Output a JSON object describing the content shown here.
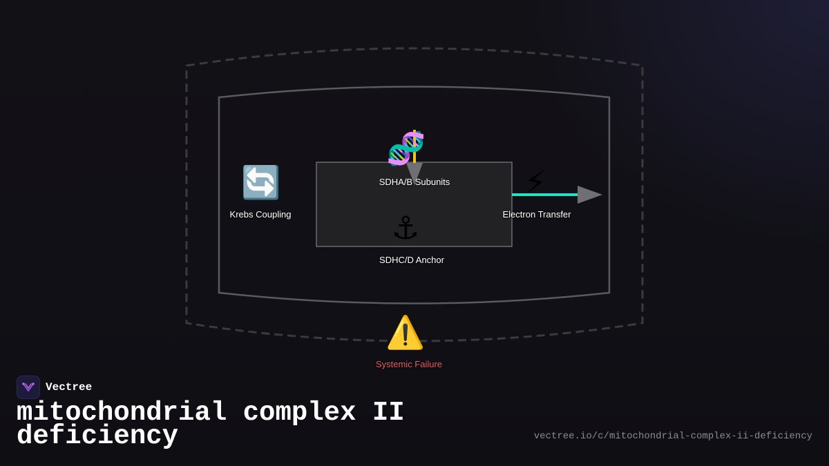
{
  "brand": {
    "name": "Vectree"
  },
  "page": {
    "title": "mitochondrial complex II deficiency",
    "url": "vectree.io/c/mitochondrial-complex-ii-deficiency"
  },
  "diagram": {
    "nodes": [
      {
        "id": "krebs",
        "icon": "🔄",
        "icon_name": "cycle-arrows-icon",
        "label": "Krebs Coupling"
      },
      {
        "id": "sdhab",
        "icon": "🧬",
        "icon_name": "dna-icon",
        "label": "SDHA/B Subunits"
      },
      {
        "id": "sdhcd",
        "icon": "⚓",
        "icon_name": "anchor-icon",
        "label": "SDHC/D Anchor"
      },
      {
        "id": "electron",
        "icon": "⚡",
        "icon_name": "lightning-icon",
        "label": "Electron Transfer"
      },
      {
        "id": "failure",
        "icon": "⚠️",
        "icon_name": "warning-icon",
        "label": "Systemic Failure"
      }
    ],
    "colors": {
      "electron_flow": "#19e6c8",
      "failure_text": "#e35d5d",
      "sdhab_connector": "#f5c518",
      "membrane_outer": "#3a3a40",
      "membrane_inner": "#5a5a60",
      "complex_box_fill": "#222224",
      "complex_box_stroke": "#6a6a70",
      "arrow_head": "#6f6f74"
    }
  }
}
